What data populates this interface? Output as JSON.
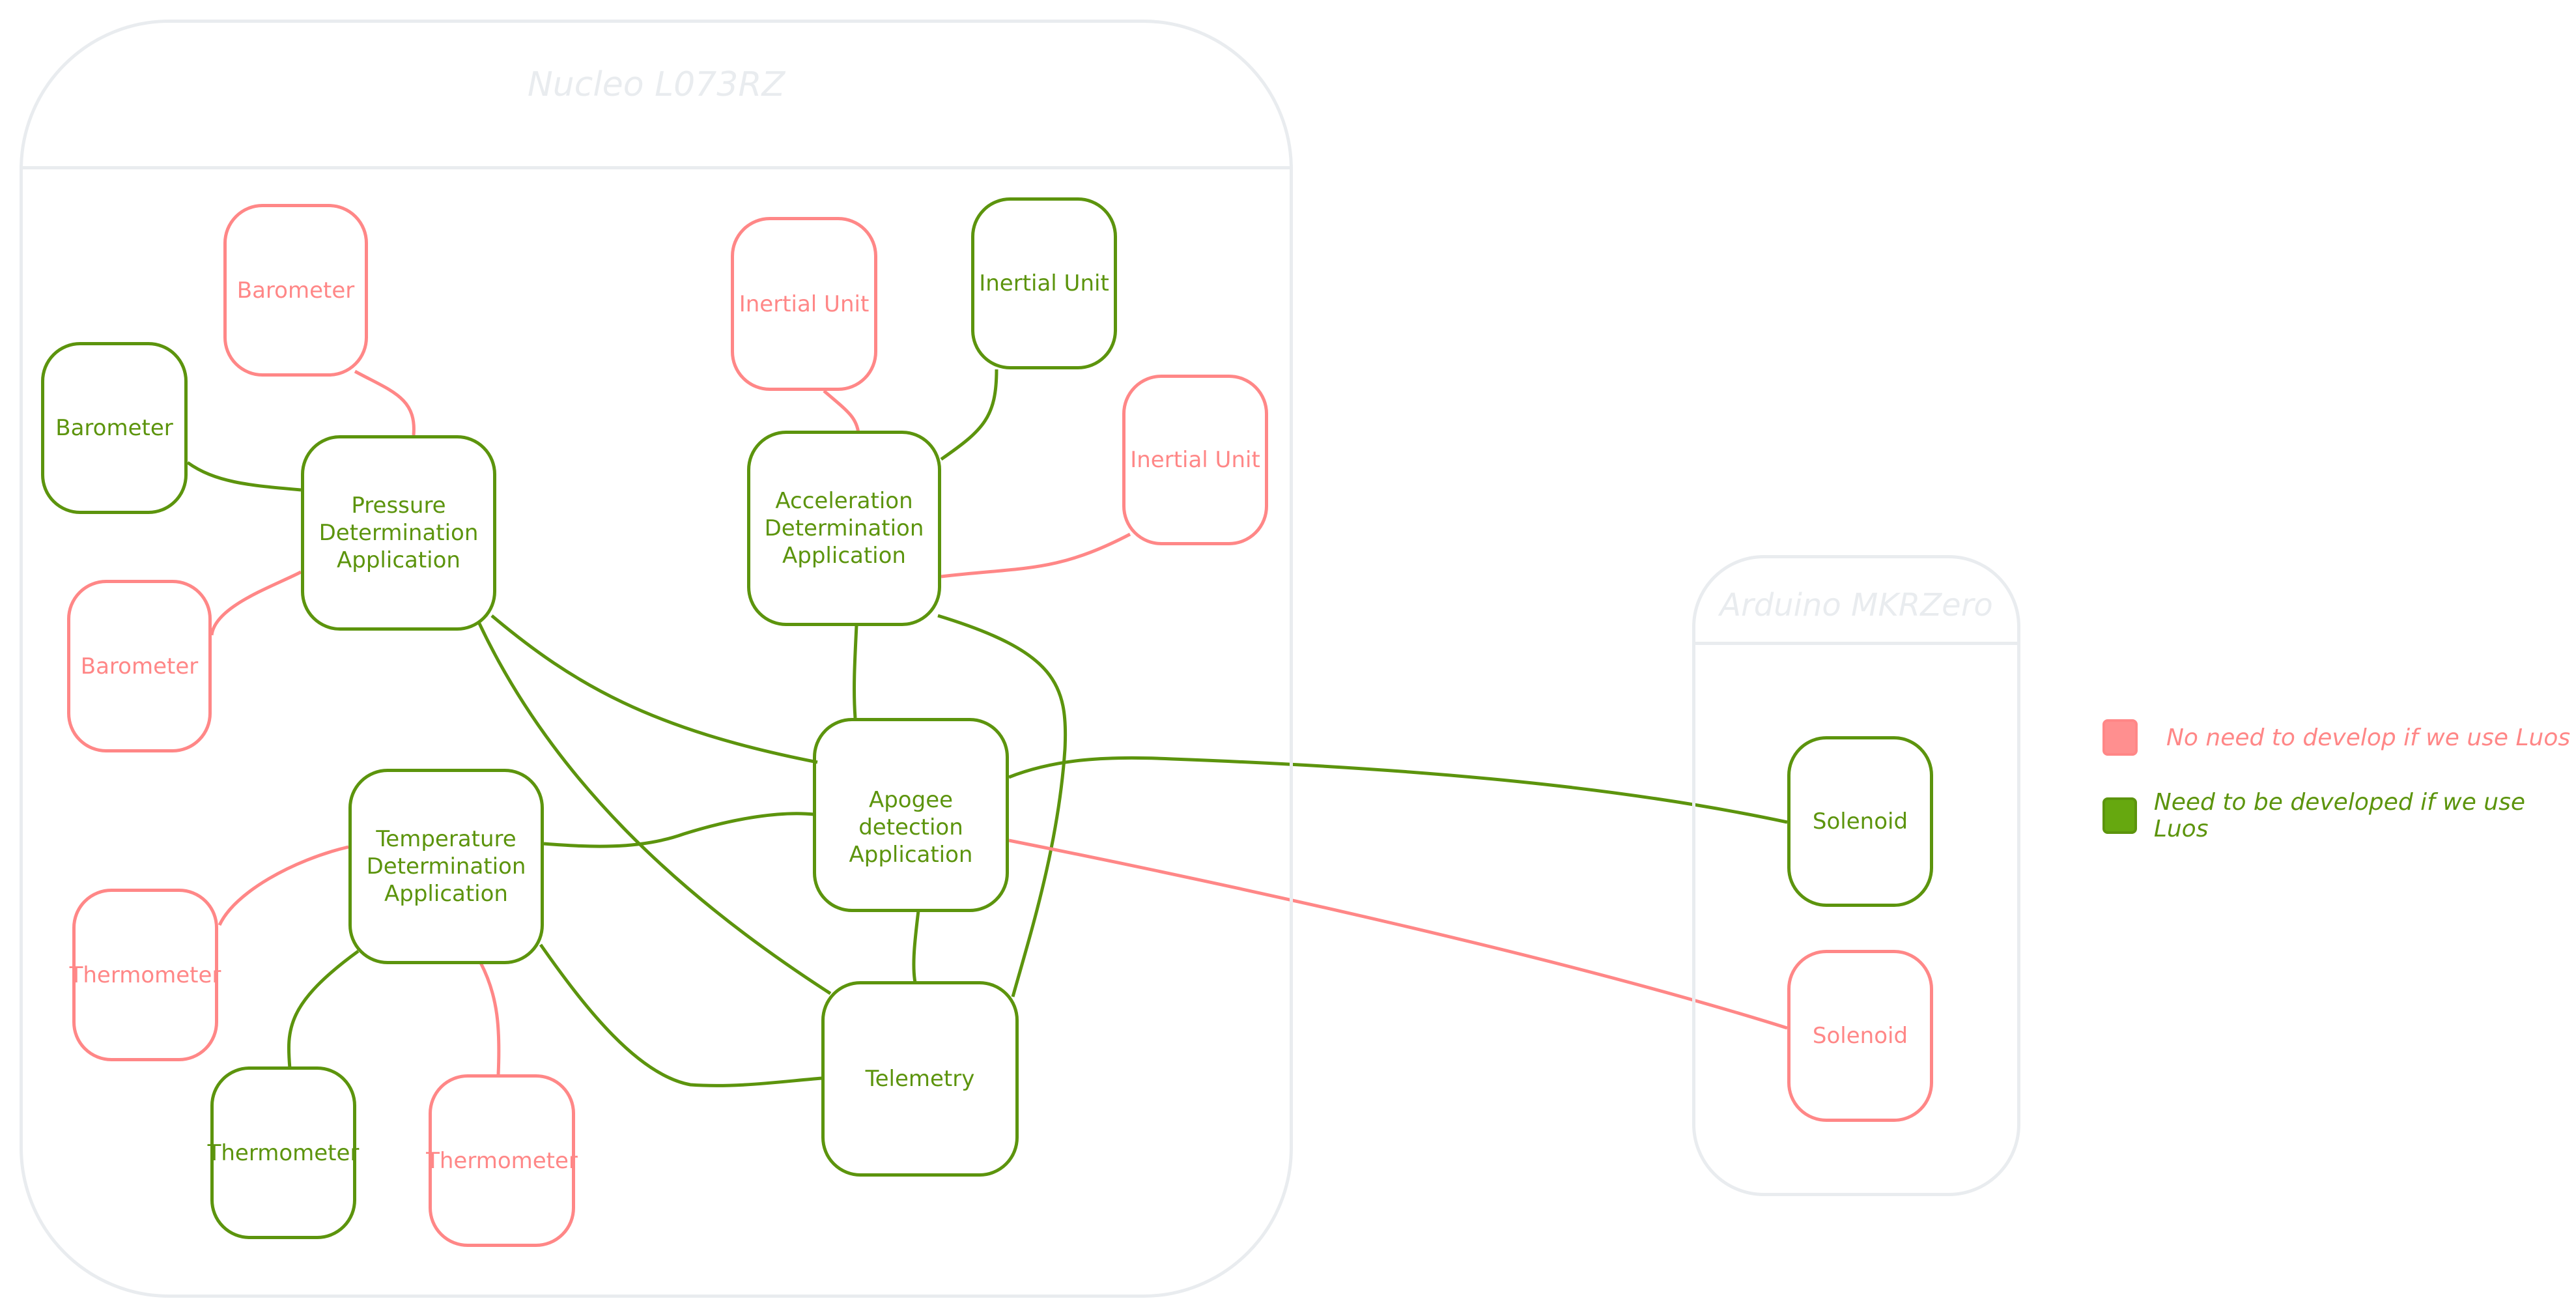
{
  "colors": {
    "pink": "#ff8787",
    "green": "#5c940d",
    "container": "#e9ecef",
    "pink_fill": "#ff8f8f",
    "green_fill": "#66a80f"
  },
  "containers": [
    {
      "id": "nucleo",
      "title": "Nucleo L073RZ"
    },
    {
      "id": "arduino",
      "title": "Arduino MKRZero"
    }
  ],
  "nodes": [
    {
      "id": "baro-pink-top",
      "label": "Barometer",
      "status": "no-dev"
    },
    {
      "id": "baro-green",
      "label": "Barometer",
      "status": "dev"
    },
    {
      "id": "pressure-app",
      "label": "Pressure\nDetermination\nApplication",
      "status": "dev"
    },
    {
      "id": "baro-pink-left",
      "label": "Barometer",
      "status": "no-dev"
    },
    {
      "id": "imu-pink-top",
      "label": "Inertial Unit",
      "status": "no-dev"
    },
    {
      "id": "imu-green",
      "label": "Inertial Unit",
      "status": "dev"
    },
    {
      "id": "imu-pink-right",
      "label": "Inertial Unit",
      "status": "no-dev"
    },
    {
      "id": "accel-app",
      "label": "Acceleration\nDetermination\nApplication",
      "status": "dev"
    },
    {
      "id": "apogee-app",
      "label": "Apogee detection\nApplication",
      "status": "dev"
    },
    {
      "id": "temp-app",
      "label": "Temperature\nDetermination\nApplication",
      "status": "dev"
    },
    {
      "id": "thermo-pink-left",
      "label": "Thermometer",
      "status": "no-dev"
    },
    {
      "id": "thermo-green",
      "label": "Thermometer",
      "status": "dev"
    },
    {
      "id": "thermo-pink-bottom",
      "label": "Thermometer",
      "status": "no-dev"
    },
    {
      "id": "telemetry",
      "label": "Telemetry",
      "status": "dev"
    },
    {
      "id": "solenoid-green",
      "label": "Solenoid",
      "status": "dev"
    },
    {
      "id": "solenoid-pink",
      "label": "Solenoid",
      "status": "no-dev"
    }
  ],
  "edges": [
    {
      "from": "baro-pink-top",
      "to": "pressure-app",
      "status": "no-dev"
    },
    {
      "from": "baro-green",
      "to": "pressure-app",
      "status": "dev"
    },
    {
      "from": "baro-pink-left",
      "to": "pressure-app",
      "status": "no-dev"
    },
    {
      "from": "imu-pink-top",
      "to": "accel-app",
      "status": "no-dev"
    },
    {
      "from": "imu-green",
      "to": "accel-app",
      "status": "dev"
    },
    {
      "from": "imu-pink-right",
      "to": "accel-app",
      "status": "no-dev"
    },
    {
      "from": "pressure-app",
      "to": "apogee-app",
      "status": "dev"
    },
    {
      "from": "pressure-app",
      "to": "telemetry",
      "status": "dev"
    },
    {
      "from": "accel-app",
      "to": "apogee-app",
      "status": "dev"
    },
    {
      "from": "accel-app",
      "to": "telemetry",
      "status": "dev"
    },
    {
      "from": "temp-app",
      "to": "apogee-app",
      "status": "dev"
    },
    {
      "from": "temp-app",
      "to": "telemetry",
      "status": "dev"
    },
    {
      "from": "thermo-pink-left",
      "to": "temp-app",
      "status": "no-dev"
    },
    {
      "from": "thermo-green",
      "to": "temp-app",
      "status": "dev"
    },
    {
      "from": "thermo-pink-bottom",
      "to": "temp-app",
      "status": "no-dev"
    },
    {
      "from": "apogee-app",
      "to": "telemetry",
      "status": "dev"
    },
    {
      "from": "apogee-app",
      "to": "solenoid-green",
      "status": "dev"
    },
    {
      "from": "apogee-app",
      "to": "solenoid-pink",
      "status": "no-dev"
    }
  ],
  "legend": [
    {
      "label": "No need to develop if we use Luos",
      "status": "no-dev"
    },
    {
      "label": "Need to be developed if we use Luos",
      "status": "dev"
    }
  ]
}
